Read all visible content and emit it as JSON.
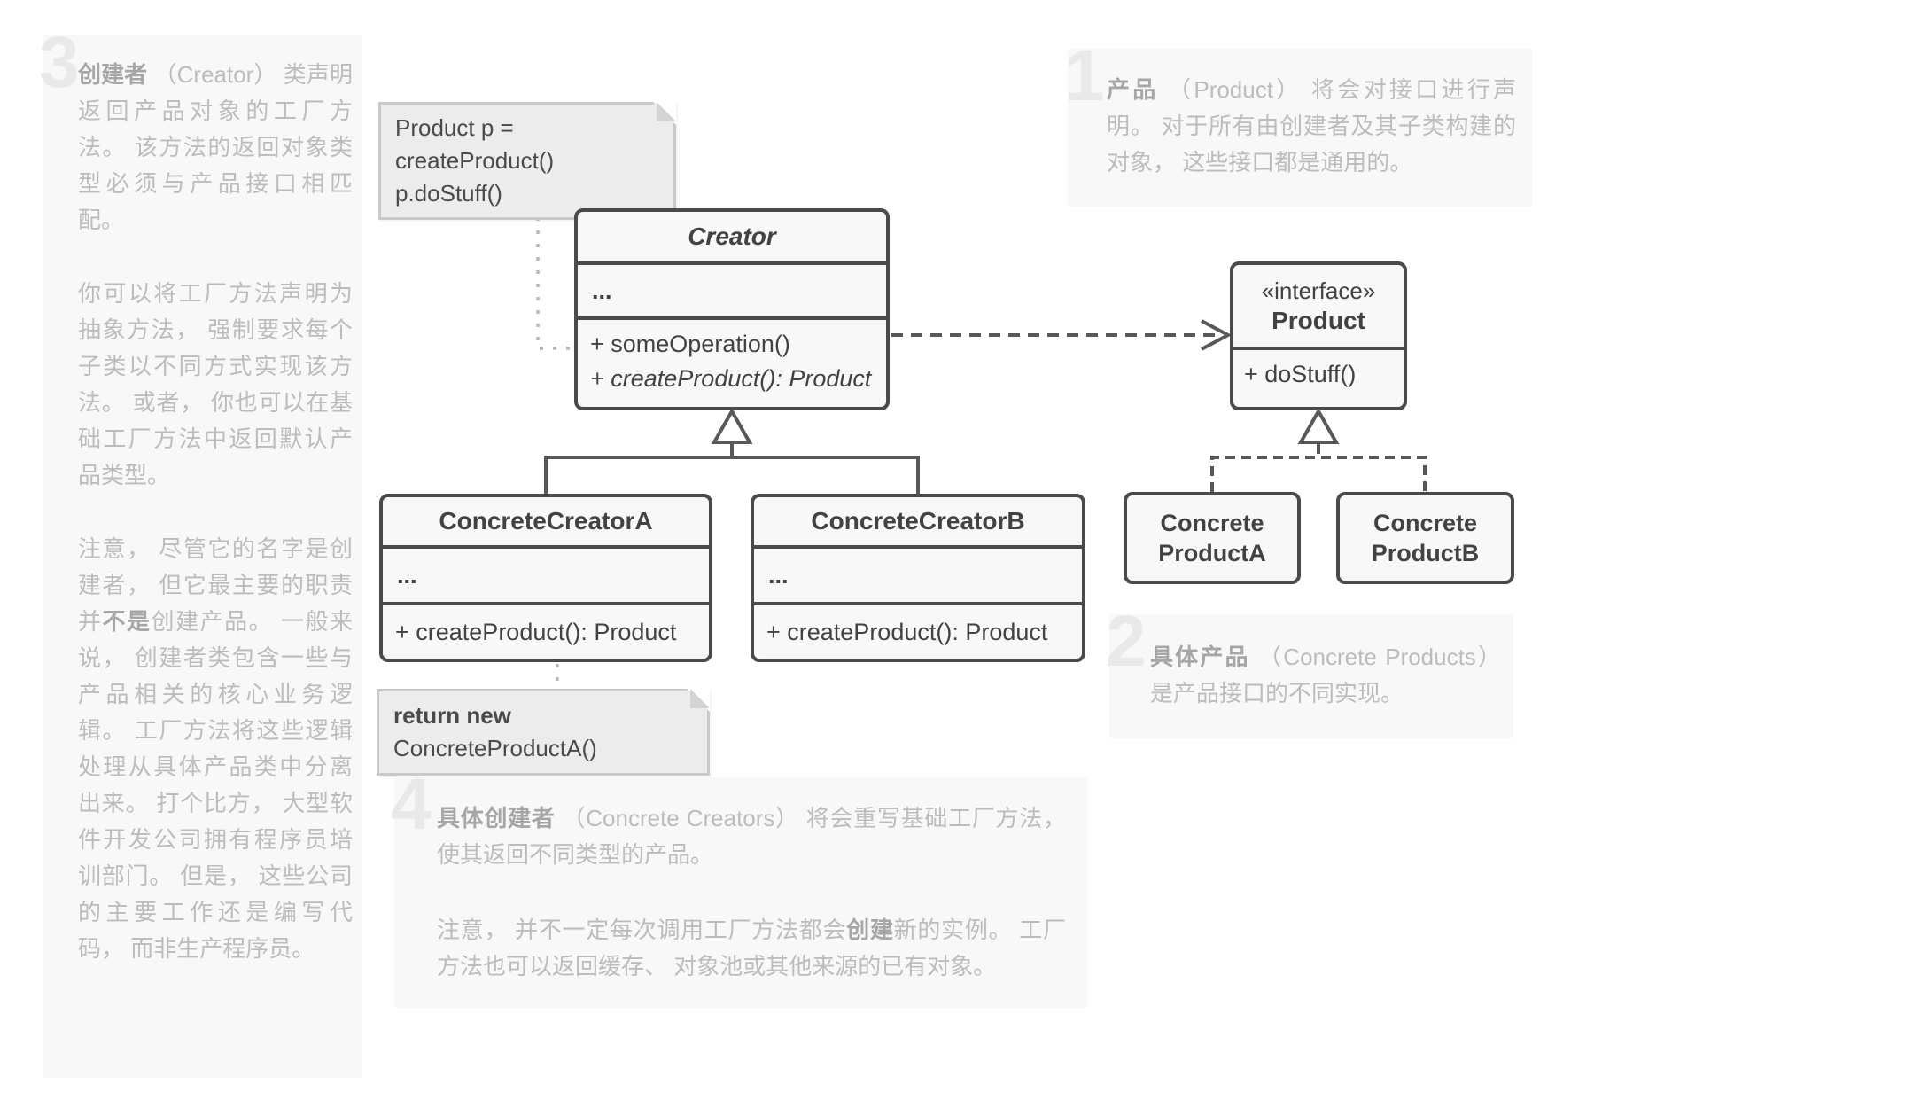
{
  "colors": {
    "page_bg": "#ffffff",
    "block_bg": "#f8f8f8",
    "numeral": "#e9e9e9",
    "annotation_text": "#bcbcbc",
    "annotation_bold": "#a6a6a6",
    "class_border": "#4a4a4a",
    "class_bg": "#f8f8f8",
    "class_text": "#424242",
    "note_bg": "#ececec",
    "note_border": "#c9c9c9",
    "note_text": "#4a4a4a",
    "wire_dark": "#585858",
    "wire_light": "#b9b9b9"
  },
  "diagram": {
    "creator": {
      "title": "Creator",
      "ellipsis": "...",
      "method1": "+ someOperation()",
      "method2": "+ createProduct(): Product"
    },
    "concreteCreatorA": {
      "title": "ConcreteCreatorA",
      "ellipsis": "...",
      "method": "+ createProduct(): Product"
    },
    "concreteCreatorB": {
      "title": "ConcreteCreatorB",
      "ellipsis": "...",
      "method": "+ createProduct(): Product"
    },
    "product": {
      "stereotype": "«interface»",
      "title": "Product",
      "method": "+ doStuff()"
    },
    "concreteProductA": {
      "line1": "Concrete",
      "line2": "ProductA"
    },
    "concreteProductB": {
      "line1": "Concrete",
      "line2": "ProductB"
    }
  },
  "notes": {
    "call": {
      "line1": "Product p = createProduct()",
      "line2": "p.doStuff()"
    },
    "ret": {
      "bold": "return new",
      "rest": " ConcreteProductA()"
    }
  },
  "annotations": {
    "a1": {
      "number": "1",
      "term": "产品",
      "rest": " （Product） 将会对接口进行声明。 对于所有由创建者及其子类构建的对象， 这些接口都是通用的。"
    },
    "a2": {
      "number": "2",
      "term": "具体产品",
      "rest": " （Concrete Products） 是产品接口的不同实现。"
    },
    "a3": {
      "number": "3",
      "term": "创建者",
      "p1rest": " （Creator） 类声明返回产品对象的工厂方法。 该方法的返回对象类型必须与产品接口相匹配。",
      "p2": "你可以将工厂方法声明为抽象方法， 强制要求每个子类以不同方式实现该方法。 或者， 你也可以在基础工厂方法中返回默认产品类型。",
      "p3a": "注意， 尽管它的名字是创建者， 但它最主要的职责并",
      "p3bold": "不是",
      "p3b": "创建产品。 一般来说， 创建者类包含一些与产品相关的核心业务逻辑。 工厂方法将这些逻辑处理从具体产品类中分离出来。 打个比方， 大型软件开发公司拥有程序员培训部门。 但是， 这些公司的主要工作还是编写代码， 而非生产程序员。"
    },
    "a4": {
      "number": "4",
      "term": "具体创建者",
      "p1rest": " （Concrete Creators） 将会重写基础工厂方法， 使其返回不同类型的产品。",
      "p2a": "注意， 并不一定每次调用工厂方法都会",
      "p2bold": "创建",
      "p2b": "新的实例。 工厂方法也可以返回缓存、 对象池或其他来源的已有对象。"
    }
  }
}
